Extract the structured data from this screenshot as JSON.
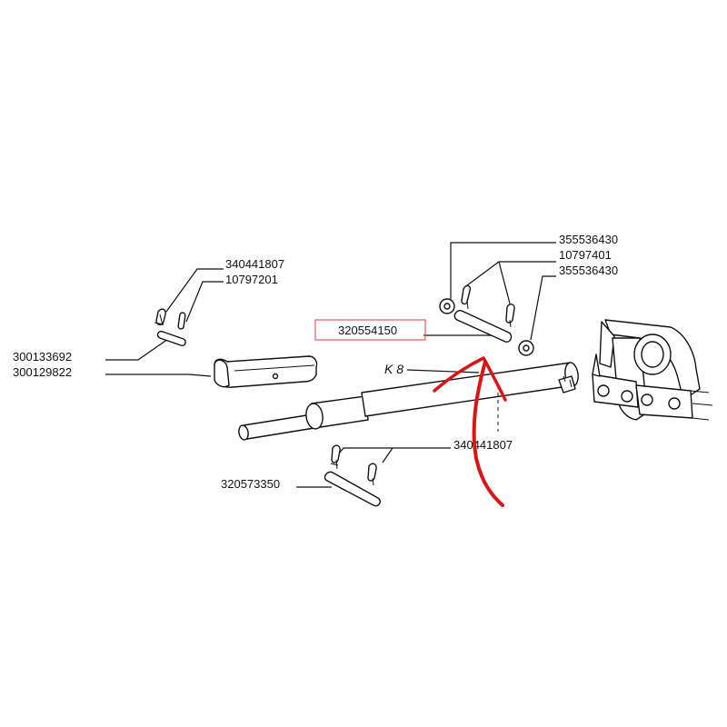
{
  "labels": {
    "l340441807_top": "340441807",
    "l10797201": "10797201",
    "l300133692": "300133692",
    "l300129822": "300129822",
    "l355536430_a": "355536430",
    "l10797401": "10797401",
    "l355536430_b": "355536430",
    "l320554150": "320554150",
    "lK8": "K 8",
    "l340441807_bottom": "340441807",
    "l320573350": "320573350"
  },
  "colors": {
    "highlight_box": "#e35b5b",
    "arrow": "#d81414",
    "ink": "#111111"
  }
}
